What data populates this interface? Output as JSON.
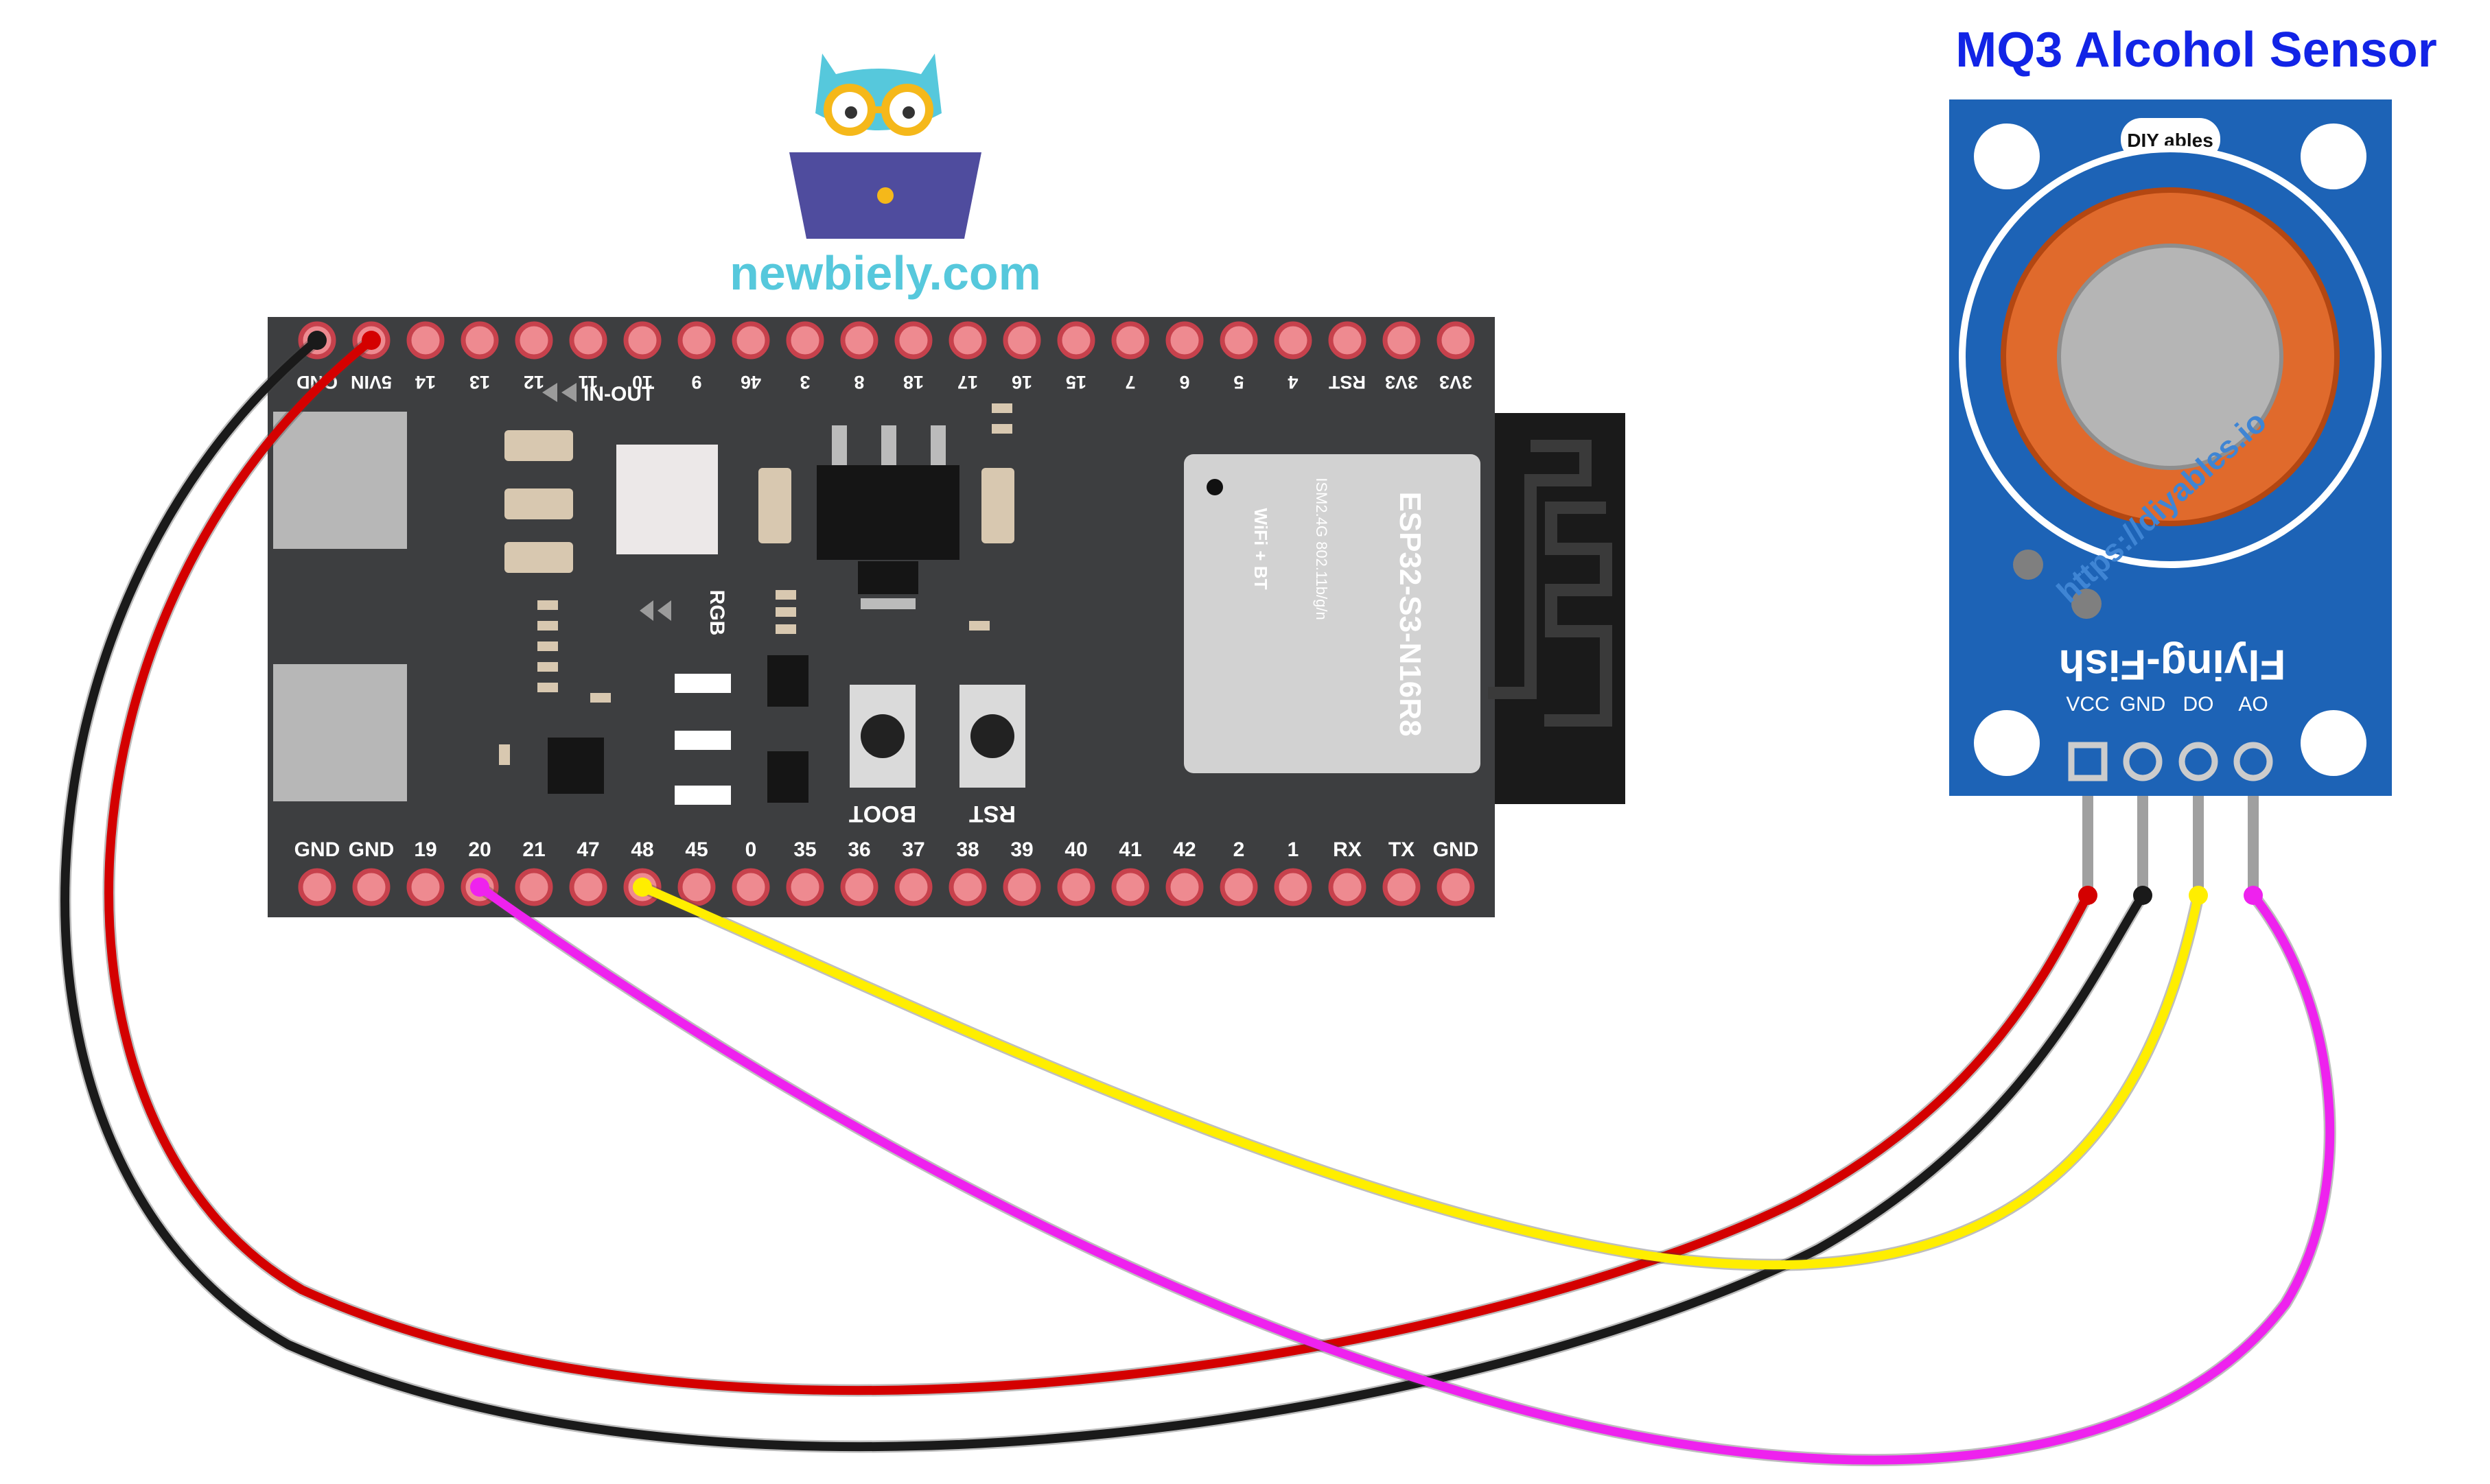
{
  "logo": {
    "text": "newbiely.com",
    "text_color": "#56c8dc",
    "owl_color": "#56c8dc",
    "laptop_color": "#4f4c9e",
    "glasses_color": "#f5b81a"
  },
  "sensor": {
    "title": "MQ3 Alcohol Sensor",
    "title_color": "#1224e6",
    "board_color": "#1d63b6",
    "brand_logo": "DIY ables",
    "watermark": "https://diyables.io",
    "silkscreen": "Flying-Fish",
    "pins": [
      "VCC",
      "GND",
      "DO",
      "AO"
    ]
  },
  "esp32": {
    "board_color": "#3d3e40",
    "module_label": "ESP32-S3-N16R8",
    "module_sublabel_1": "ISM2.4G 802.11b/g/n",
    "module_sublabel_2": "WiFi + BT",
    "in_out_label": "IN-OUT",
    "rgb_label": "RGB",
    "boot_label": "BOOT",
    "rst_label": "RST",
    "top_pins": [
      "GND",
      "5VIN",
      "14",
      "13",
      "12",
      "11",
      "10",
      "9",
      "46",
      "3",
      "8",
      "18",
      "17",
      "16",
      "15",
      "7",
      "6",
      "5",
      "4",
      "RST",
      "3V3",
      "3V3"
    ],
    "bottom_pins": [
      "GND",
      "GND",
      "19",
      "20",
      "21",
      "47",
      "48",
      "45",
      "0",
      "35",
      "36",
      "37",
      "38",
      "39",
      "40",
      "41",
      "42",
      "2",
      "1",
      "RX",
      "TX",
      "GND"
    ]
  },
  "wires": [
    {
      "from": "GND",
      "to": "GND",
      "color": "#1a1a1a"
    },
    {
      "from": "5VIN",
      "to": "VCC",
      "color": "#d40000"
    },
    {
      "from": "48",
      "to": "DO",
      "color": "#ffee00"
    },
    {
      "from": "20",
      "to": "AO",
      "color": "#ee22ee"
    }
  ],
  "colors": {
    "pin_ring": "#c7414c",
    "pin_pad": "#ee8a90",
    "antenna_bg": "#1a1a1a"
  }
}
